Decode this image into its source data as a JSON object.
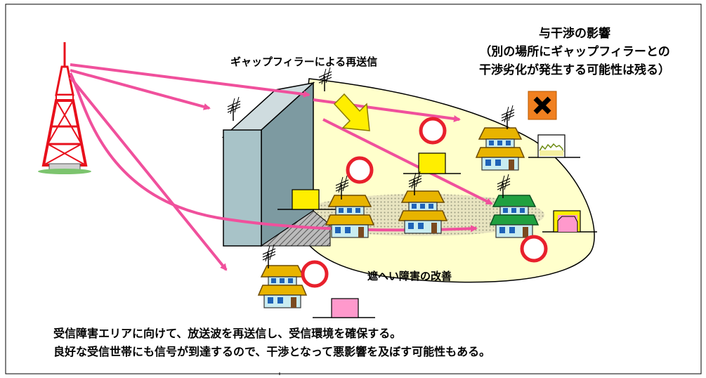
{
  "labels": {
    "gap_filler": "ギャップフィラーによる再送信",
    "interference_title": "与干渉の影響",
    "interference_note_1": "（別の場所にギャップフィラーとの",
    "interference_note_2": "干渉劣化が発生する可能性は残る）",
    "shadow_improvement": "遮へい障害の改善"
  },
  "caption": {
    "line1": "受信障害エリアに向けて、放送波を再送信し、受信環境を確保する。",
    "line2": "良好な受信世帯にも信号が到達するので、干渉となって悪影響を及ぼす可能性もある。"
  },
  "colors": {
    "beam": "#f0509c",
    "service_area": "#ffffcc",
    "building": "#9fb8be",
    "tower": "#e8101c",
    "ok_mark": "#e8202c",
    "ng_mark": "#f08020",
    "house_roof": "#e8b400",
    "house_roof_green": "#20a040",
    "signal_yellow": "#ffee00",
    "signal_pink": "#ff99cc"
  }
}
